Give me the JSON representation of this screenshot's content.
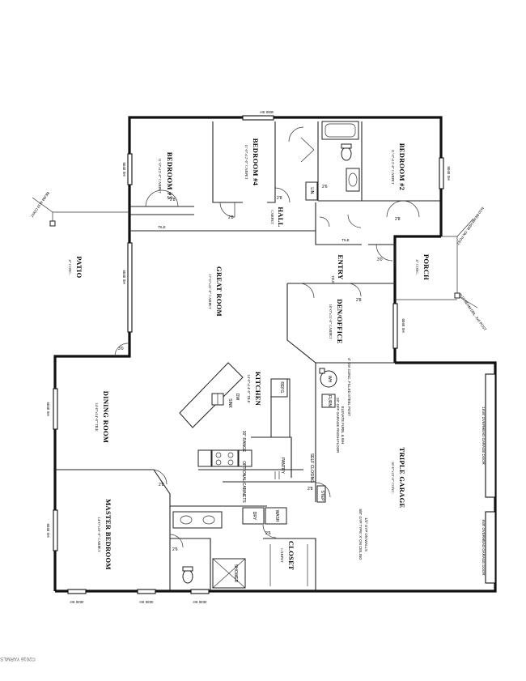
{
  "rooms": {
    "bedroom3": {
      "name": "BEDROOM #3",
      "size": "11'-0\"x12'-0\" CARPET"
    },
    "bedroom4": {
      "name": "BEDROOM #4",
      "size": "11'-0\"x12'-0\" CARPET"
    },
    "bedroom2": {
      "name": "BEDROOM #2",
      "size": "11'-6\"x12'-0\" CARPET"
    },
    "hall": {
      "name": "HALL",
      "size": "CARPET"
    },
    "entry": {
      "name": "ENTRY",
      "size": "TILE"
    },
    "porch": {
      "name": "PORCH",
      "size": "4\" CONC."
    },
    "patio": {
      "name": "PATIO",
      "size": "4\" CONC."
    },
    "great_room": {
      "name": "GREAT ROOM",
      "size": "17'-6\"x22'-0\" CARPET"
    },
    "den_office": {
      "name": "DEN/OFFICE",
      "size": "10'-0\"x11'-0\" CARPET"
    },
    "kitchen": {
      "name": "KITCHEN",
      "size": "14'-0\"x14'-0\" TILE"
    },
    "dining_room": {
      "name": "DINING ROOM",
      "size": "14'-0\"x14'-0\" TILE"
    },
    "master_bedroom": {
      "name": "MASTER BEDROOM",
      "size": "14'-0\"x16'-0\" CARPET"
    },
    "closet": {
      "name": "CLOSET",
      "size": "CARPET"
    },
    "triple_garage": {
      "name": "TRIPLE GARAGE",
      "size": "30'-0\"x23'-0\" CONC."
    }
  },
  "labels": {
    "linen": "LIN.",
    "pantry": "PANTRY",
    "sink": "SINK",
    "dw": "DW",
    "refrig": "REFG.",
    "range": "30\" RANGE",
    "washer": "WASH",
    "dryer": "DRY",
    "optional_cabinet": "OPTIONAL CABINETS",
    "wh": "WH",
    "furn": "FURN",
    "self_closing": "SELF CLOSING",
    "step": "STEP",
    "shower": "SHOWER"
  },
  "notes": {
    "garage_walls": "1/2\" GYP ON WALLS",
    "garage_ceiling": "5/8\" GYP TYPE 'X' ON CEILING",
    "garage_elev": "ELEVATE FURN. & WH",
    "garage_floor": "18\" OFF GARAGE FINISH FLOOR",
    "post": "4\" DIA CONC. FILLED STEEL POST",
    "garage_door_1": "16'x8' OVERHEAD GARAGE DOOR",
    "garage_door_2": "9'x8' OVERHEAD GARAGE DOOR",
    "tile": "TILE",
    "door_24": "2'6",
    "door_20": "2'0",
    "door_28": "2'8",
    "door_30": "3'0",
    "window_top": "4050 SH",
    "window_bed3": "5040 SH",
    "window_bed2": "5040 SH",
    "window_patio": "6040 SH",
    "window_dining": "6040 SH",
    "window_master": "6040 SH",
    "window_den": "5040 SH",
    "window_bottom_1": "4040 SH",
    "window_bottom_2": "3030 SH",
    "window_bottom_3": "3030 SH",
    "beam_left": "BEAM 4x10 CONT.",
    "beam_right": "4x10 BEAM HDR. ON POST",
    "beam_bottom": "4x10 BEAM DBL. 2x6 POST"
  },
  "watermark": "©2016 YARMLS"
}
